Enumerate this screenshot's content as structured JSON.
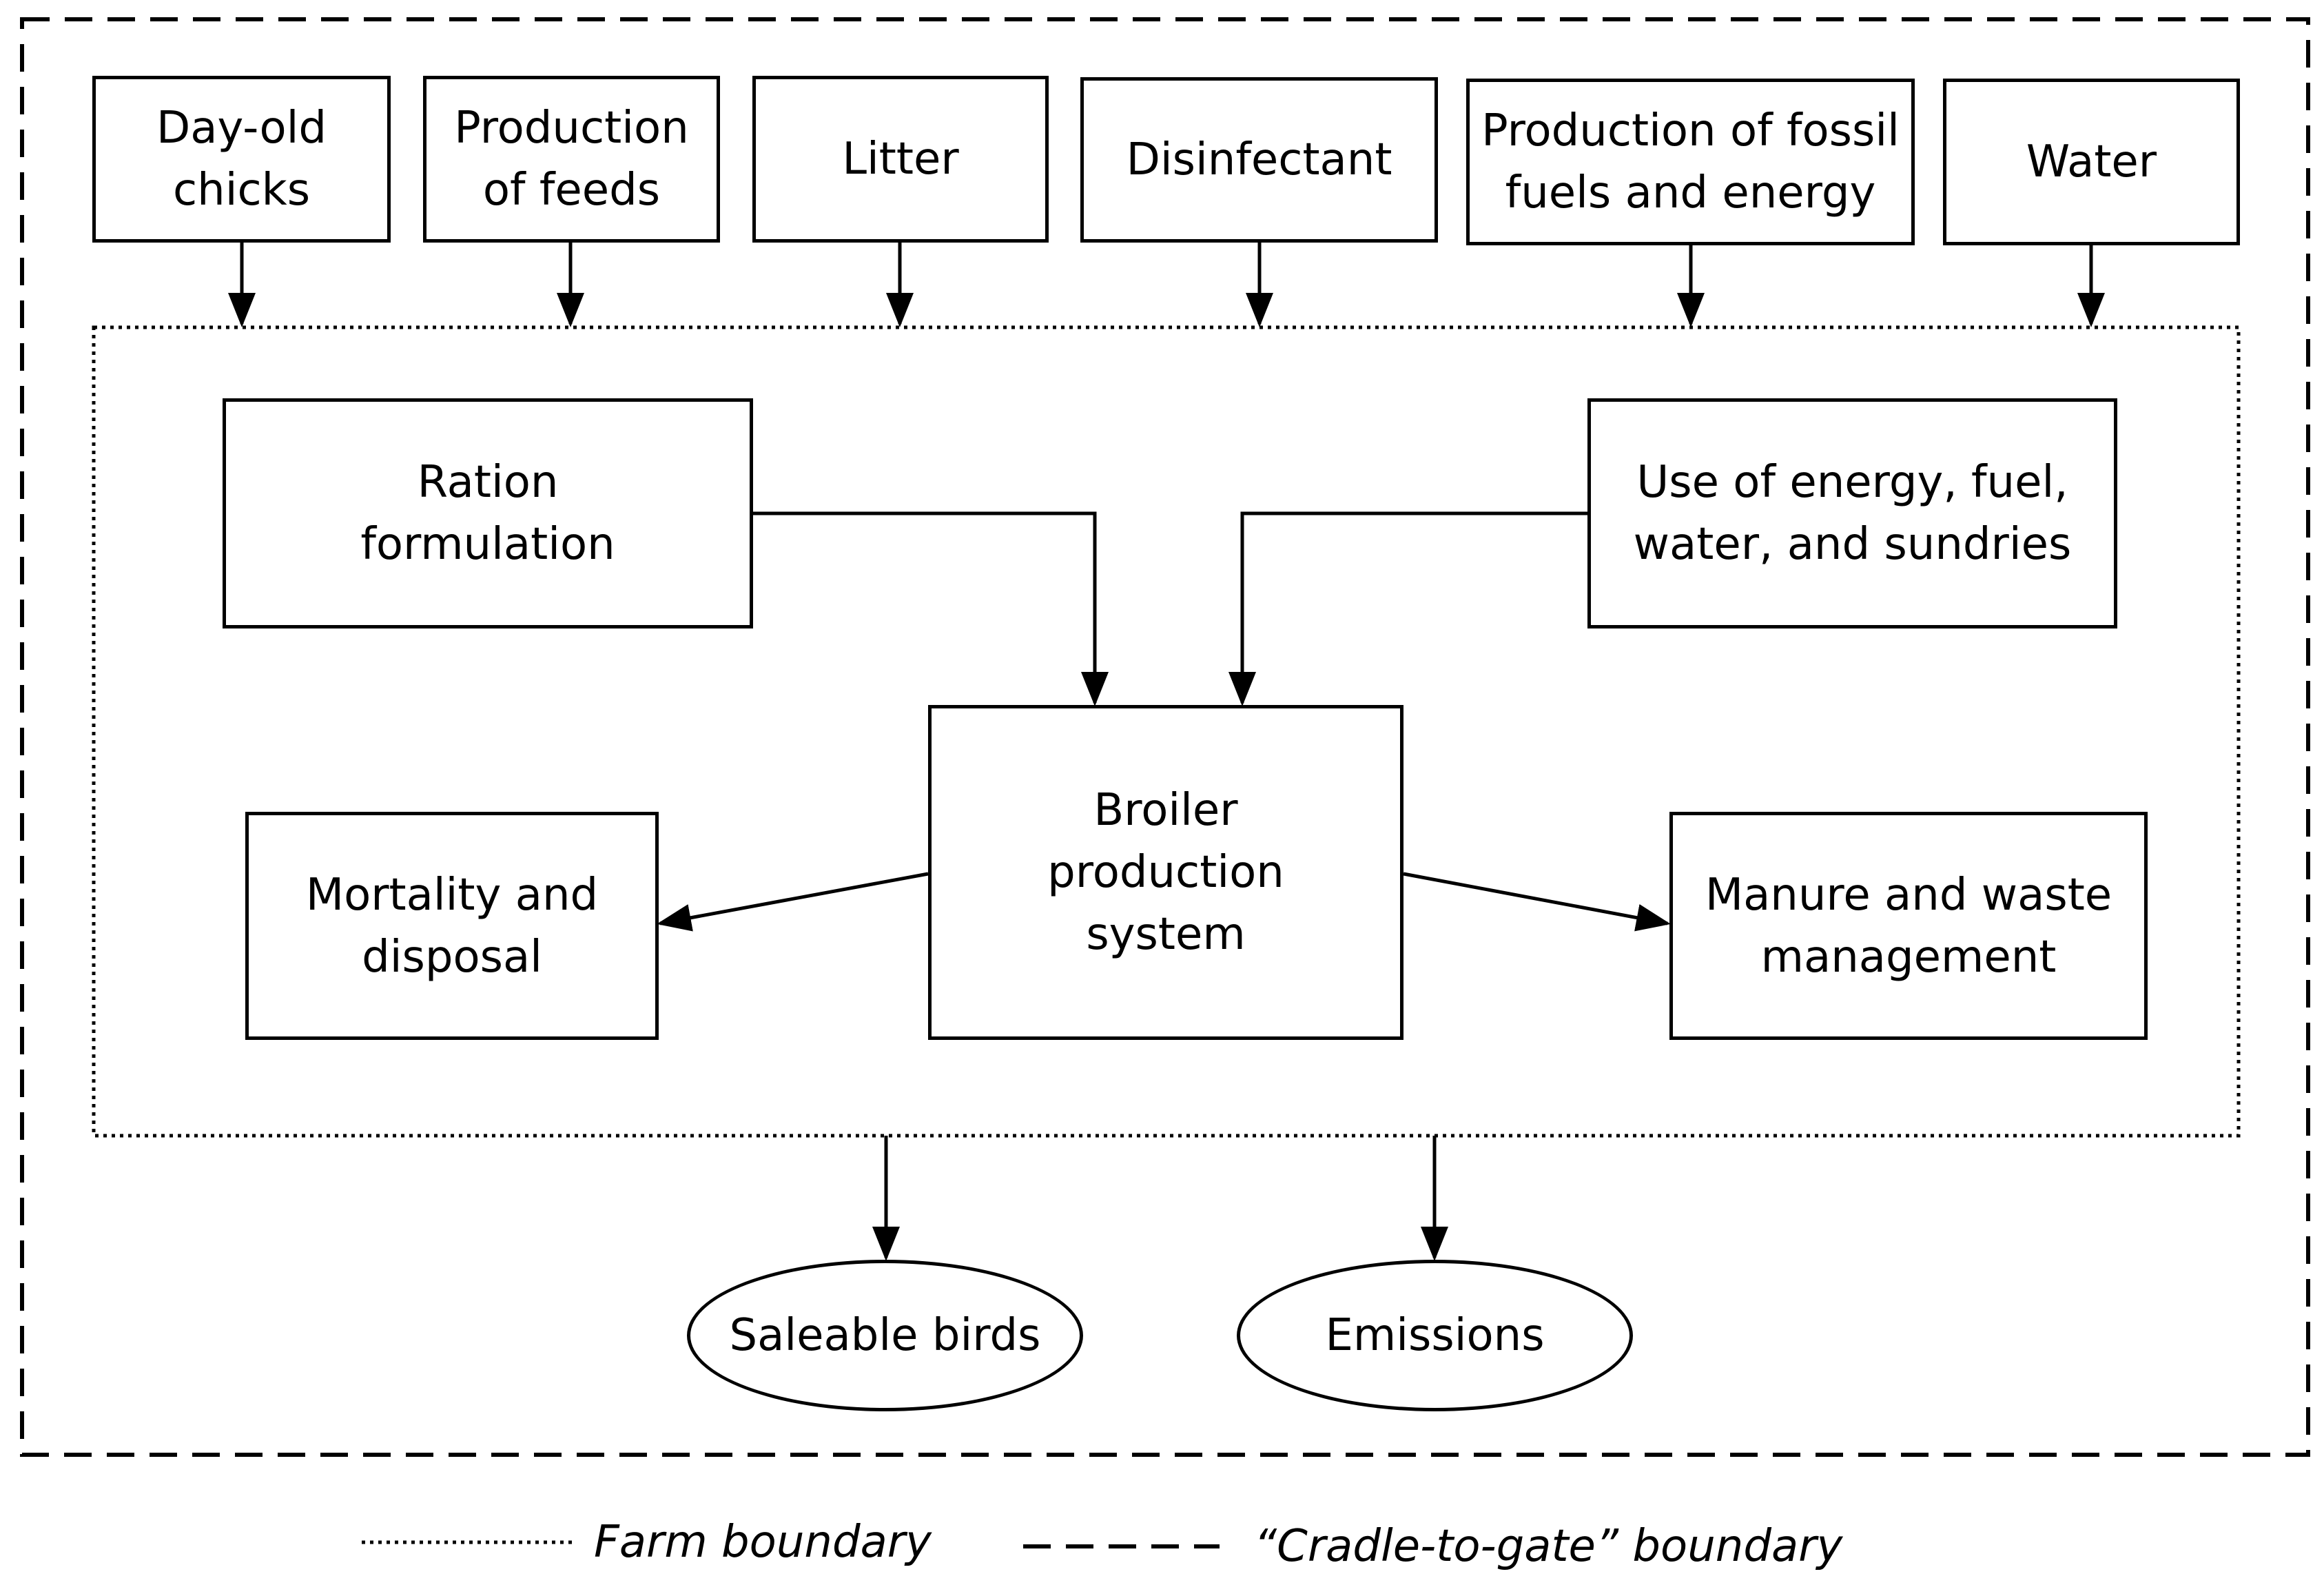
{
  "inputs": [
    {
      "label": "Day-old\nchicks"
    },
    {
      "label": "Production\nof feeds"
    },
    {
      "label": "Litter"
    },
    {
      "label": "Disinfectant"
    },
    {
      "label": "Production of fossil\nfuels and energy"
    },
    {
      "label": "Water"
    }
  ],
  "inner": {
    "ration": "Ration\nformulation",
    "energy_use": "Use of energy, fuel,\nwater, and sundries",
    "broiler": "Broiler\nproduction\nsystem",
    "mortality": "Mortality and\ndisposal",
    "manure": "Manure and waste\nmanagement"
  },
  "outputs": {
    "saleable": "Saleable birds",
    "emissions": "Emissions"
  },
  "legend": {
    "farm": "Farm boundary",
    "cradle": "“Cradle-to-gate” boundary"
  }
}
